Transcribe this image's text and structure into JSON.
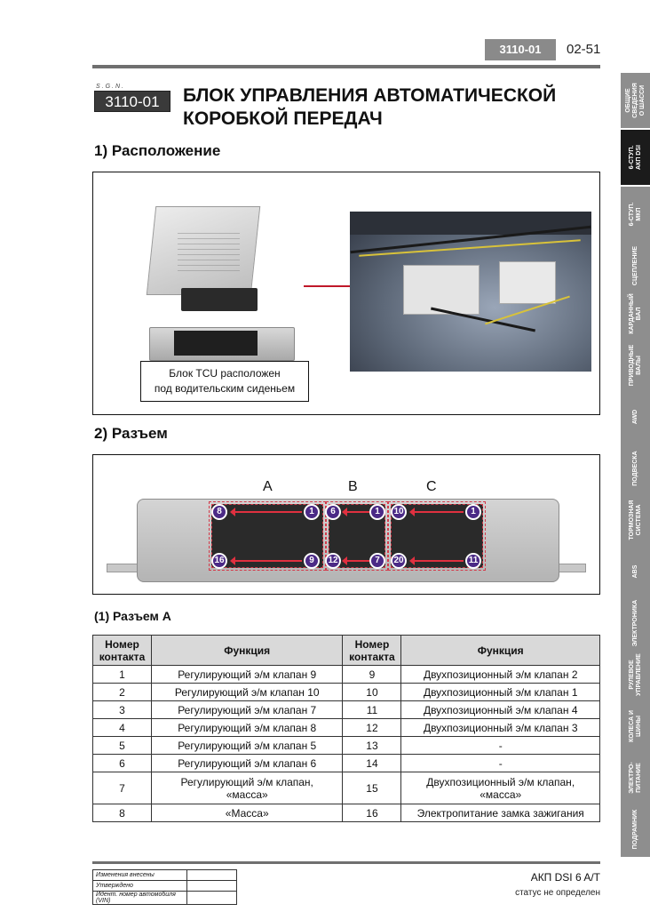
{
  "header": {
    "code": "3110-01",
    "page": "02-51"
  },
  "title": {
    "sgn_label": "S.G.N.",
    "sgn": "3110-01",
    "line1": "БЛОК УПРАВЛЕНИЯ АВТОМАТИЧЕСКОЙ",
    "line2": "КОРОБКОЙ ПЕРЕДАЧ"
  },
  "section1": {
    "num": "1)",
    "title": "Расположение",
    "caption_line1": "Блок TCU расположен",
    "caption_line2": "под водительским сиденьем"
  },
  "section2": {
    "num": "2)",
    "title": "Разъем"
  },
  "connector": {
    "blocks": [
      "A",
      "B",
      "C"
    ],
    "pins": {
      "a_tl": "8",
      "a_tr": "1",
      "a_bl": "16",
      "a_br": "9",
      "b_tl": "6",
      "b_tr": "1",
      "b_bl": "12",
      "b_br": "7",
      "c_tl": "10",
      "c_tr": "1",
      "c_bl": "20",
      "c_br": "11"
    }
  },
  "subsection": {
    "title": "(1) Разъем A"
  },
  "table": {
    "headers": {
      "pin1_l1": "Номер",
      "pin1_l2": "контакта",
      "func1": "Функция",
      "pin2_l1": "Номер",
      "pin2_l2": "контакта",
      "func2": "Функция"
    },
    "rows": [
      {
        "p1": "1",
        "f1": "Регулирующий э/м клапан 9",
        "p2": "9",
        "f2": "Двухпозиционный э/м клапан 2"
      },
      {
        "p1": "2",
        "f1": "Регулирующий э/м клапан 10",
        "p2": "10",
        "f2": "Двухпозиционный э/м клапан 1"
      },
      {
        "p1": "3",
        "f1": "Регулирующий э/м клапан 7",
        "p2": "11",
        "f2": "Двухпозиционный э/м клапан 4"
      },
      {
        "p1": "4",
        "f1": "Регулирующий э/м клапан 8",
        "p2": "12",
        "f2": "Двухпозиционный э/м клапан 3"
      },
      {
        "p1": "5",
        "f1": "Регулирующий э/м клапан 5",
        "p2": "13",
        "f2": "-"
      },
      {
        "p1": "6",
        "f1": "Регулирующий э/м клапан 6",
        "p2": "14",
        "f2": "-"
      },
      {
        "p1": "7",
        "f1_l1": "Регулирующий э/м клапан,",
        "f1_l2": "«масса»",
        "p2": "15",
        "f2_l1": "Двухпозиционный э/м клапан,",
        "f2_l2": "«масса»"
      },
      {
        "p1": "8",
        "f1": "«Масса»",
        "p2": "16",
        "f2": "Электропитание замка зажигания"
      }
    ]
  },
  "tabs": [
    {
      "label": "ОБЩИЕ\nСВЕДЕНИЯ\nО ШАССИ"
    },
    {
      "label": "6-СТУП.\nАКП DSI",
      "active": true
    },
    {
      "label": "6-СТУП.\nМКП"
    },
    {
      "label": "СЦЕПЛЕНИЕ"
    },
    {
      "label": "КАРДАННЫЙ\nВАЛ"
    },
    {
      "label": "ПРИВОДНЫЕ\nВАЛЫ"
    },
    {
      "label": "AWD"
    },
    {
      "label": "ПОДВЕСКА"
    },
    {
      "label": "ТОРМОЗНАЯ\nСИСТЕМА"
    },
    {
      "label": "ABS"
    },
    {
      "label": "ЭЛЕКТРОНИКА"
    },
    {
      "label": "РУЛЕВОЕ\nУПРАВЛЕНИЕ"
    },
    {
      "label": "КОЛЕСА И\nШИНЫ"
    },
    {
      "label": "ЭЛЕКТРО-\nПИТАНИЕ"
    },
    {
      "label": "ПОДРАМНИК"
    }
  ],
  "footer": {
    "rows": [
      "Изменения внесены",
      "Утверждено",
      "Идент. номер автомобиля (VIN)"
    ],
    "right1": "АКП DSI 6 A/T",
    "right2": "статус не определен"
  }
}
